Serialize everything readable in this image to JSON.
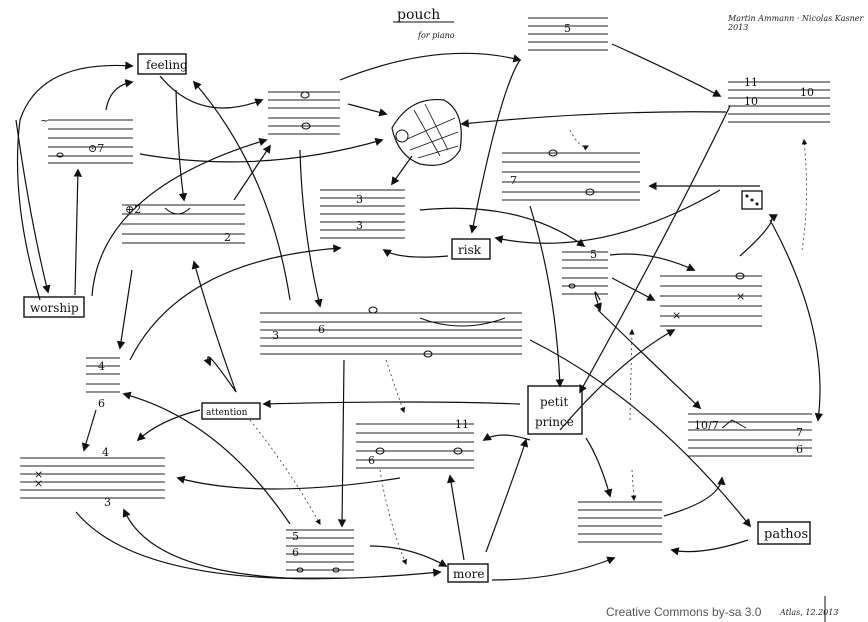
{
  "header": {
    "title": "pouch",
    "subtitle": "for piano"
  },
  "nodes": {
    "feeling": "feeling",
    "worship": "worship",
    "risk": "risk",
    "attention": "attention",
    "petit_prince_line1": "petit",
    "petit_prince_line2": "prince",
    "more": "more",
    "pathos": "pathos"
  },
  "staff_marks": {
    "m1": "~",
    "m2": "⊙7",
    "m3": "⊕2",
    "m4": "2",
    "m5": "3",
    "m6": "3",
    "m7": "7",
    "m8": "5",
    "m9": "11",
    "m10": "10",
    "m11": "10",
    "m12": "4",
    "m13": "6",
    "m14": "4",
    "m15": "3",
    "m16": "11",
    "m17": "6",
    "m18": "5",
    "m19": "6",
    "m20": "7",
    "m21": "6",
    "m22": "10/7",
    "m23": "3",
    "m24": "5",
    "m25": "6"
  },
  "credits": {
    "signature_top": "Martin Ammann · Nicolas Kasner 2013",
    "signature_bottom": "Atlas, 12.2013",
    "license": "Creative Commons by-sa 3.0"
  }
}
